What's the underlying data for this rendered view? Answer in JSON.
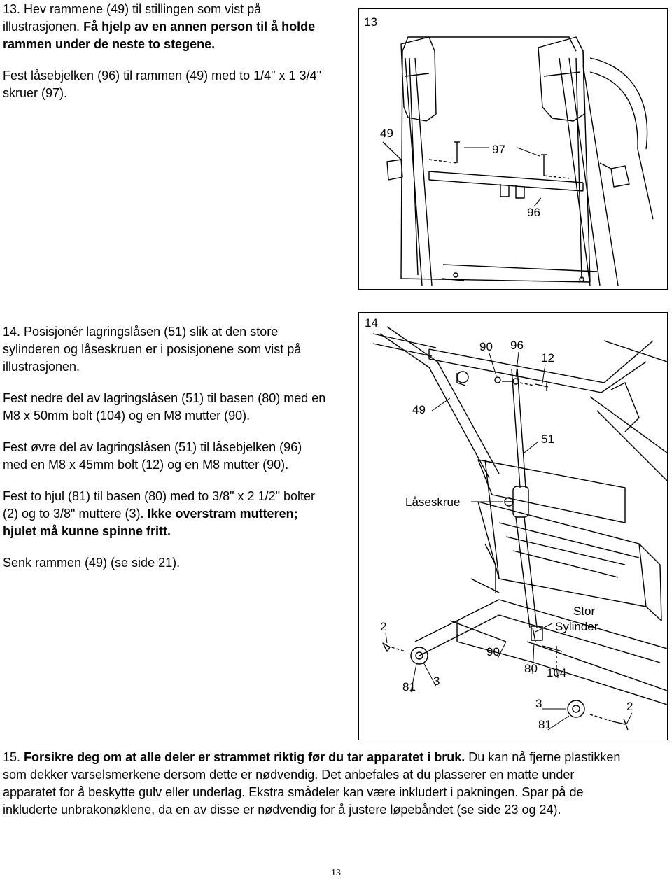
{
  "step13": {
    "line1": "13. Hev rammene (49) til stillingen som vist på",
    "line2": "illustrasjonen. ",
    "line2_bold": "Få hjelp av en annen person til å holde",
    "line3_bold": "rammen under de neste to stegene.",
    "para2_line1": "Fest låsebjelken (96) til rammen (49) med to 1/4\" x 1 3/4\"",
    "para2_line2": "skruer (97)."
  },
  "figure13": {
    "number": "13",
    "labels": {
      "frame": "49",
      "screws": "97",
      "bar": "96"
    }
  },
  "step14": {
    "line1": "14. Posisjonér lagringslåsen (51) slik at den store",
    "line2": "sylinderen og låseskruen er i posisjonene som vist på",
    "line3": "illustrasjonen.",
    "para2_line1": "Fest nedre del av lagringslåsen (51) til basen (80) med en",
    "para2_line2": "M8 x 50mm bolt (104) og en M8 mutter (90).",
    "para3_line1": "Fest øvre del av lagringslåsen (51) til låsebjelken (96)",
    "para3_line2": "med en M8 x 45mm bolt (12) og en M8 mutter (90).",
    "para4_line1": "Fest to hjul (81) til basen (80) med to 3/8\" x 2 1/2\" bolter",
    "para4_line2": "(2) og to 3/8\" muttere (3). ",
    "para4_line2_bold": "Ikke overstram mutteren;",
    "para4_line3_bold": "hjulet må kunne spinne fritt.",
    "para5": "Senk rammen (49) (se side 21)."
  },
  "figure14": {
    "number": "14",
    "labels": {
      "nut_top": "90",
      "bar": "96",
      "bolt_top": "12",
      "frame": "49",
      "latch": "51",
      "lock_knob": "Låseskrue",
      "cyl_line1": "Stor",
      "cyl_line2": "Sylinder",
      "bolt_left": "2",
      "nut_bottom": "90",
      "base": "80",
      "bolt_bottom": "104",
      "wheel_left": "81",
      "nut_left": "3",
      "nut_right": "3",
      "bolt_right": "2",
      "wheel_right": "81"
    }
  },
  "step15": {
    "number": "15. ",
    "bold": "Forsikre deg om at alle deler er strammet riktig før du tar apparatet i bruk.",
    "rest_a": " Du kan nå fjerne plastikken",
    "line2": "som dekker varselsmerkene dersom dette er nødvendig. Det anbefales at du plasserer en matte under",
    "line3": "apparatet for å beskytte gulv eller underlag. Ekstra smådeler kan være inkludert i pakningen. Spar på de",
    "line4": "inkluderte unbrakonøklene, da en av disse er nødvendig for å justere løpebåndet (se side 23 og 24)."
  },
  "page_number": "13"
}
